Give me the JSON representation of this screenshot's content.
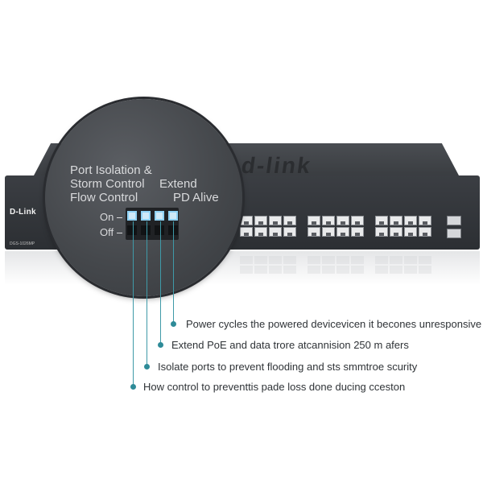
{
  "device": {
    "brand": "D-Link",
    "model": "DGS-1026MP",
    "top_logo": "d-link"
  },
  "magnifier": {
    "label_left_line1": "Port Isolation &",
    "label_left_line2": "Storm Control",
    "label_left_line3": "Flow Control",
    "label_right_line1": "Extend",
    "label_right_line2": "PD Alive",
    "on_label": "On",
    "off_label": "Off"
  },
  "callouts": [
    "Power cycles the powered devicevicen it becones unresponsive",
    "Extend PoE and data trore atcannision 250 m afers",
    "Isolate ports to prevent flooding and sts smmtroe scurity",
    "How control to preventtis pade loss done ducing cceston"
  ],
  "colors": {
    "accent": "#2e8b98",
    "switch_dark": "#2c2f33",
    "dip_switch": "#8fd2f5"
  }
}
